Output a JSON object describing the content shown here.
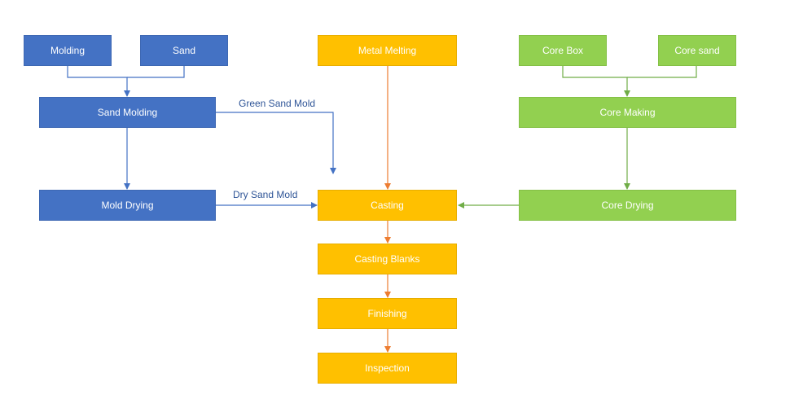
{
  "nodes": {
    "molding": "Molding",
    "sand": "Sand",
    "sand_molding": "Sand Molding",
    "mold_drying": "Mold Drying",
    "metal_melting": "Metal Melting",
    "casting": "Casting",
    "casting_blanks": "Casting Blanks",
    "finishing": "Finishing",
    "inspection": "Inspection",
    "core_box": "Core Box",
    "core_sand": "Core sand",
    "core_making": "Core Making",
    "core_drying": "Core Drying"
  },
  "edge_labels": {
    "green_sand_mold": "Green Sand Mold",
    "dry_sand_mold": "Dry Sand Mold"
  },
  "colors": {
    "blue": "#4472c4",
    "gold": "#ffc000",
    "green": "#92d050",
    "orange_line": "#ed7d31",
    "blue_line": "#4472c4",
    "green_line": "#70ad47"
  }
}
